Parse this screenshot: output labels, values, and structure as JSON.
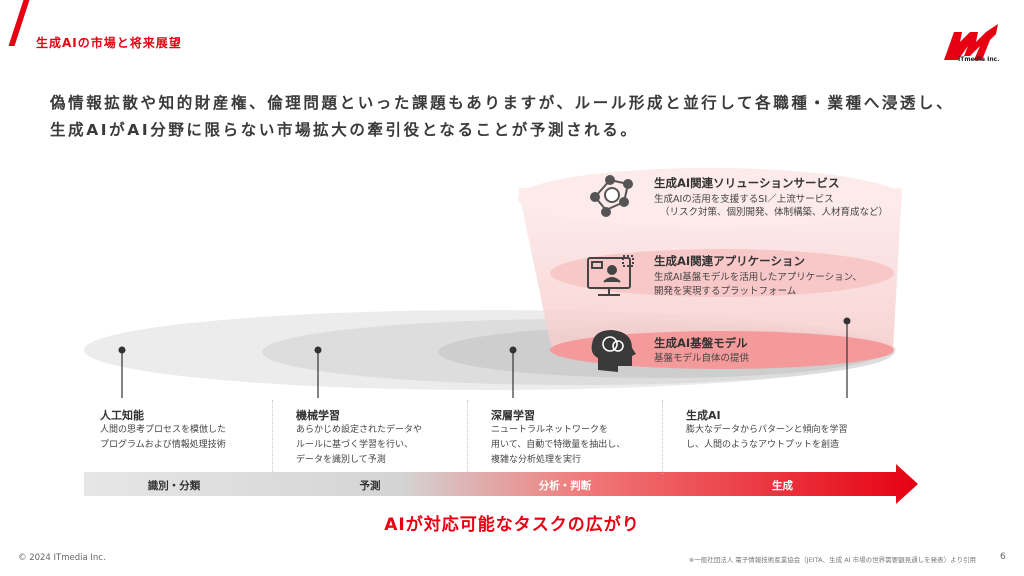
{
  "header": {
    "section_title": "生成AIの市場と将来展望",
    "logo_text": "ITmedia Inc."
  },
  "headline": {
    "line1": "偽情報拡散や知的財産権、倫理問題といった課題もありますが、ルール形成と並行して各職種・業種へ浸透し、",
    "line2": "生成AIがAI分野に限らない市場拡大の牽引役となることが予測される。"
  },
  "funnel_layers": [
    {
      "title": "生成AI関連ソリューションサービス",
      "desc1": "生成AIの活用を支援するSI／上流サービス",
      "desc2": "（リスク対策、個別開発、体制構築、人材育成など）",
      "icon": "network-people-icon"
    },
    {
      "title": "生成AI関連アプリケーション",
      "desc1": "生成AI基盤モデルを活用したアプリケーション、",
      "desc2": "開発を実現するプラットフォーム",
      "icon": "computer-user-icon"
    },
    {
      "title": "生成AI基盤モデル",
      "desc1": "基盤モデル自体の提供",
      "desc2": "",
      "icon": "brain-head-icon"
    }
  ],
  "stages": [
    {
      "title": "人工知能",
      "desc": [
        "人間の思考プロセスを模倣した",
        "プログラムおよび情報処理技術"
      ]
    },
    {
      "title": "機械学習",
      "desc": [
        "あらかじめ設定されたデータや",
        "ルールに基づく学習を行い、",
        "データを識別して予測"
      ]
    },
    {
      "title": "深層学習",
      "desc": [
        "ニュートラルネットワークを",
        "用いて、自動で特徴量を抽出し、",
        "複雑な分析処理を実行"
      ]
    },
    {
      "title": "生成AI",
      "desc": [
        "膨大なデータからパターンと傾向を学習",
        "し、人間のようなアウトプットを創造"
      ]
    }
  ],
  "arrow_labels": [
    "識別・分類",
    "予測",
    "分析・判断",
    "生成"
  ],
  "conclusion": "AIが対応可能なタスクの広がり",
  "footer": {
    "copyright": "© 2024 ITmedia Inc.",
    "source_note": "※一般社団法人 電子情報技術産業協会（JEITA、生成 AI 市場の世界需要額見通しを発表）より引用",
    "page_number": "6"
  },
  "colors": {
    "accent": "#e60012",
    "gray_text": "#333333"
  }
}
